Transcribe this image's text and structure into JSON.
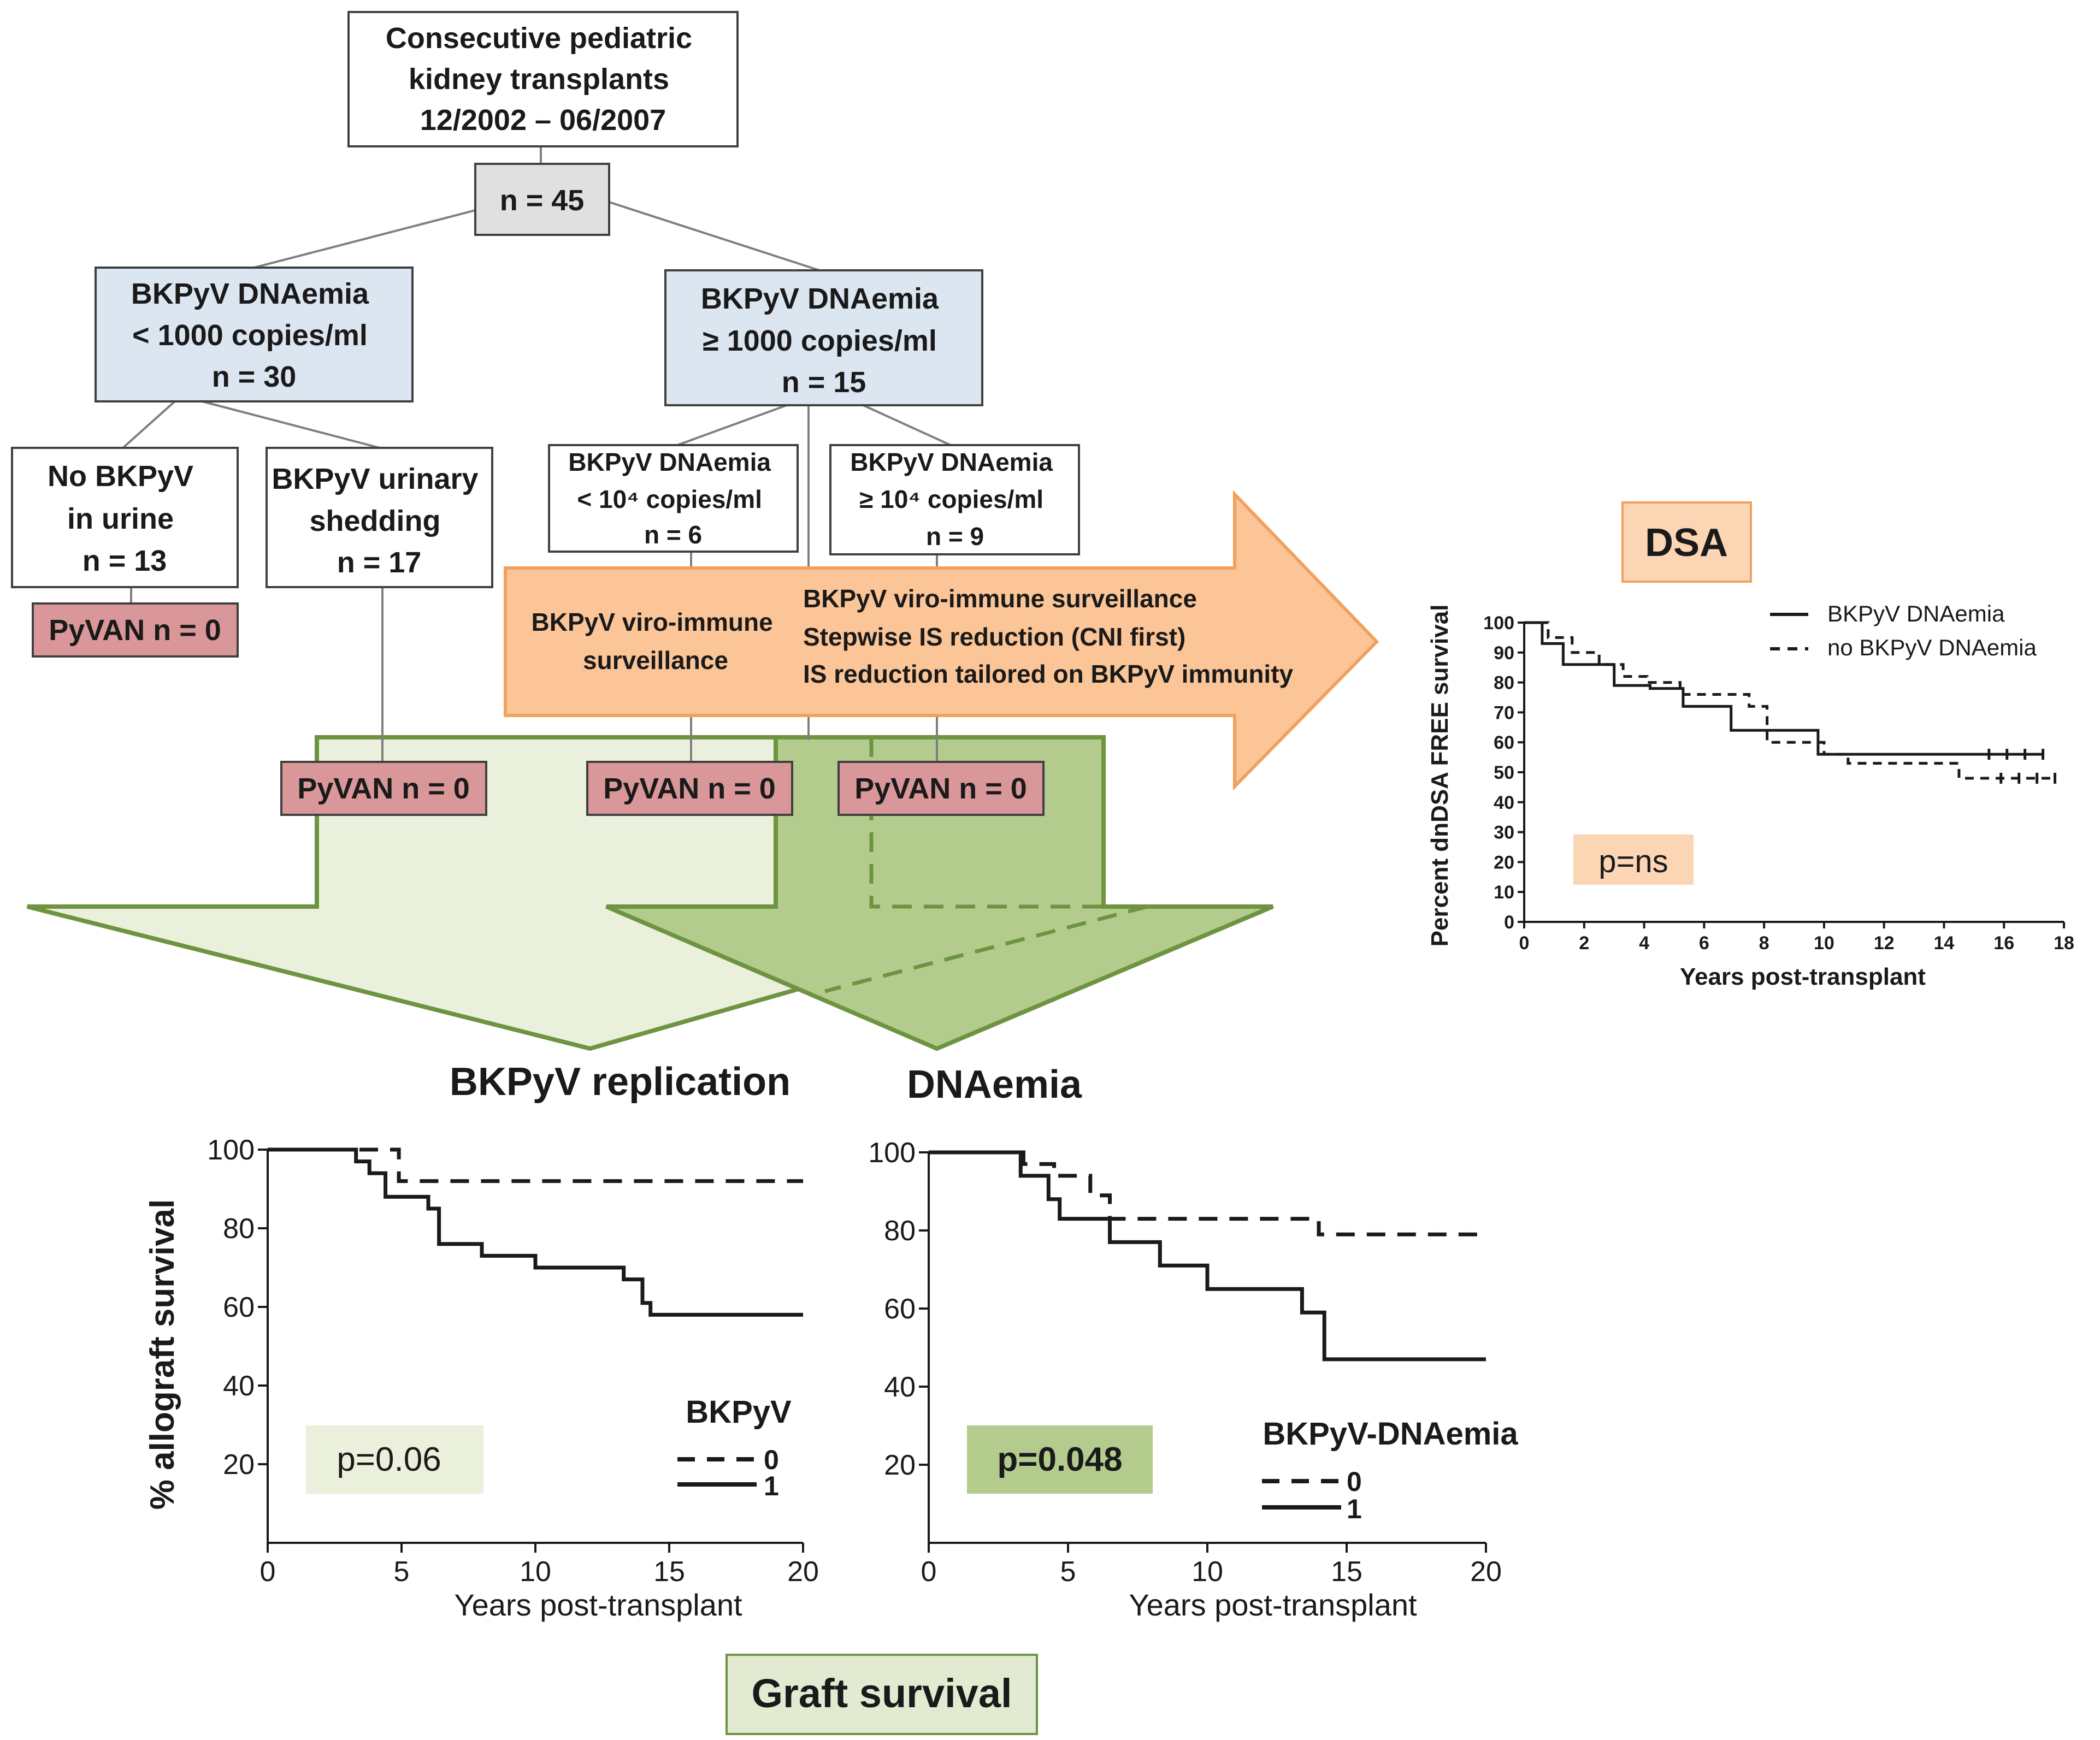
{
  "flow": {
    "root": {
      "lines": [
        "Consecutive  pediatric",
        "kidney transplants",
        "12/2002 – 06/2007"
      ]
    },
    "total": {
      "label": "n = 45"
    },
    "low": {
      "lines": [
        "BKPyV DNAemia",
        "< 1000 copies/ml",
        "n =  30"
      ]
    },
    "high": {
      "lines": [
        "BKPyV DNAemia",
        "≥ 1000 copies/ml",
        "n =  15"
      ]
    },
    "no_urine": {
      "lines": [
        "No BKPyV",
        "in urine",
        "n =  13"
      ]
    },
    "urinary": {
      "lines": [
        "BKPyV urinary",
        "shedding",
        "n =  17"
      ]
    },
    "sub_low": {
      "lines": [
        "BKPyV DNAemia",
        "< 10⁴ copies/ml",
        "n =  6"
      ]
    },
    "sub_high": {
      "lines": [
        "BKPyV DNAemia",
        "≥ 10⁴ copies/ml",
        "n =  9"
      ]
    },
    "pyvan": [
      "PyVAN  n = 0",
      "PyVAN  n = 0",
      "PyVAN  n = 0",
      "PyVAN  n = 0"
    ],
    "arrow_left": [
      "BKPyV viro-immune",
      "surveillance"
    ],
    "arrow_right": [
      "BKPyV viro-immune surveillance",
      "Stepwise  IS reduction (CNI first)",
      "IS reduction tailored on BKPyV immunity"
    ],
    "replication_label": "BKPyV replication",
    "dnaemia_label": "DNAemia",
    "graft_label": "Graft survival",
    "dsa_label": "DSA"
  },
  "colors": {
    "blue_box": "#dce6f1",
    "gray_box": "#e0e0e0",
    "pyvan_box": "#d9979a",
    "orange_arrow": "#fbc597",
    "orange_stroke": "#f0a15e",
    "light_green": "#eaf0dc",
    "dark_green": "#b3cc8e",
    "green_stroke": "#6f9440",
    "dsa_fill": "#fcd5b5"
  },
  "chart_data": [
    {
      "type": "line",
      "title": "DSA",
      "xlabel": "Years post-transplant",
      "ylabel": "Percent  dnDSA FREE survival",
      "xlim": [
        0,
        18
      ],
      "ylim": [
        0,
        100
      ],
      "x_ticks": [
        "0",
        "2",
        "4",
        "6",
        "8",
        "10",
        "12",
        "14",
        "16",
        "18"
      ],
      "y_ticks": [
        "0",
        "10",
        "20",
        "30",
        "40",
        "50",
        "60",
        "70",
        "80",
        "90",
        "100"
      ],
      "legend": "top-right",
      "annotation": "p=ns",
      "series": [
        {
          "name": "BKPyV DNAemia",
          "style": "solid",
          "x": [
            0,
            0.6,
            0.6,
            1.3,
            1.3,
            3,
            3,
            4.2,
            4.2,
            5.3,
            5.3,
            6.9,
            6.9,
            8.7,
            8.7,
            9.8,
            9.8,
            17.3
          ],
          "y": [
            100,
            100,
            93,
            93,
            86,
            86,
            79,
            79,
            78,
            78,
            72,
            72,
            64,
            64,
            64,
            64,
            56,
            56
          ]
        },
        {
          "name": "no BKPyV DNAemia",
          "style": "dashed",
          "x": [
            0,
            0.8,
            0.8,
            1.6,
            1.6,
            2.5,
            2.5,
            3.3,
            3.3,
            4.1,
            4.1,
            5.2,
            5.2,
            6.3,
            6.3,
            7.5,
            7.5,
            8.1,
            8.1,
            10,
            10,
            10.8,
            10.8,
            14.5,
            14.5,
            17.7
          ],
          "y": [
            100,
            100,
            95,
            95,
            90,
            90,
            86,
            86,
            82,
            82,
            80,
            80,
            76,
            76,
            76,
            76,
            72,
            72,
            60,
            60,
            56,
            56,
            53,
            53,
            48,
            48
          ]
        }
      ]
    },
    {
      "type": "line",
      "title": "BKPyV replication",
      "xlabel": "Years post-transplant",
      "ylabel": "% allograft survival",
      "xlim": [
        0,
        20
      ],
      "ylim": [
        0,
        100
      ],
      "x_ticks": [
        "0",
        "5",
        "10",
        "15",
        "20"
      ],
      "y_ticks": [
        "20",
        "40",
        "60",
        "80",
        "100"
      ],
      "legend_title": "BKPyV",
      "annotation": "p=0.06",
      "series": [
        {
          "name": "0",
          "style": "dashed",
          "x": [
            0,
            4.9,
            4.9,
            20
          ],
          "y": [
            100,
            100,
            92,
            92
          ]
        },
        {
          "name": "1",
          "style": "solid",
          "x": [
            0,
            3.3,
            3.3,
            3.8,
            3.8,
            4.4,
            4.4,
            6.0,
            6.0,
            6.4,
            6.4,
            8.0,
            8.0,
            10.0,
            10.0,
            13.3,
            13.3,
            14.0,
            14.0,
            14.3,
            14.3,
            20
          ],
          "y": [
            100,
            100,
            97,
            97,
            94,
            94,
            88,
            88,
            85,
            85,
            76,
            76,
            73,
            73,
            70,
            70,
            67,
            67,
            61,
            61,
            58,
            58
          ]
        }
      ]
    },
    {
      "type": "line",
      "title": "DNAemia",
      "xlabel": "Years post-transplant",
      "ylabel": "",
      "xlim": [
        0,
        20
      ],
      "ylim": [
        0,
        100
      ],
      "x_ticks": [
        "0",
        "5",
        "10",
        "15",
        "20"
      ],
      "y_ticks": [
        "20",
        "40",
        "60",
        "80",
        "100"
      ],
      "legend_title": "BKPyV-DNAemia",
      "annotation": "p=0.048",
      "series": [
        {
          "name": "0",
          "style": "dashed",
          "x": [
            0,
            3.4,
            3.4,
            4.5,
            4.5,
            5.8,
            5.8,
            6.5,
            6.5,
            14.0,
            14.0,
            20
          ],
          "y": [
            100,
            100,
            97,
            97,
            94,
            94,
            89,
            89,
            83,
            83,
            79,
            79
          ]
        },
        {
          "name": "1",
          "style": "solid",
          "x": [
            0,
            3.3,
            3.3,
            4.3,
            4.3,
            4.7,
            4.7,
            6.5,
            6.5,
            8.3,
            8.3,
            10.0,
            10.0,
            13.4,
            13.4,
            14.2,
            14.2,
            20
          ],
          "y": [
            100,
            100,
            94,
            94,
            88,
            88,
            83,
            83,
            77,
            77,
            71,
            71,
            65,
            65,
            59,
            59,
            47,
            47
          ]
        }
      ]
    }
  ]
}
